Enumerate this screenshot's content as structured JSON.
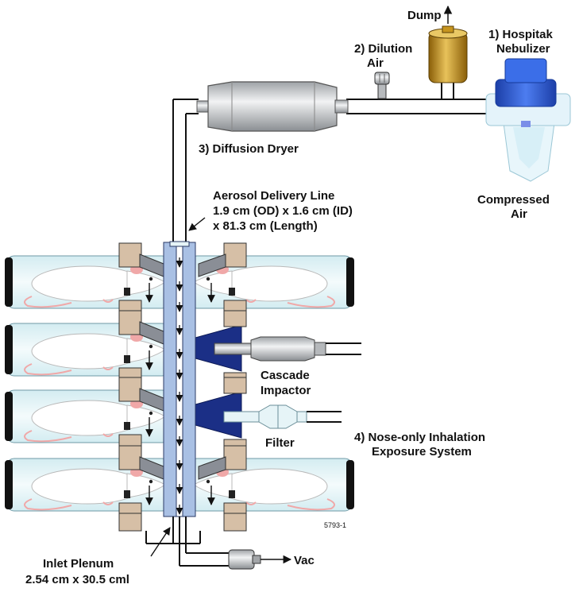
{
  "labels": {
    "dump": "Dump",
    "dilution_1": "2) Dilution",
    "dilution_2": "Air",
    "nebulizer_1": "1) Hospitak",
    "nebulizer_2": "Nebulizer",
    "dryer": "3) Diffusion Dryer",
    "compressed_1": "Compressed",
    "compressed_2": "Air",
    "delivery_1": "Aerosol Delivery Line",
    "delivery_2": "1.9 cm (OD) x 1.6 cm (ID)",
    "delivery_3": "x 81.3 cm (Length)",
    "cascade_1": "Cascade",
    "cascade_2": "Impactor",
    "filter": "Filter",
    "nose_1": "4) Nose-only Inhalation",
    "nose_2": "Exposure System",
    "figure_id": "5793-1",
    "plenum_1": "Inlet Plenum",
    "plenum_2": "2.54 cm x 30.5 cml",
    "vac": "Vac"
  },
  "colors": {
    "tube_fill": "#e6f4f7",
    "plenum_blue": "#a9c0e4",
    "nose_tan": "#d6bfa6",
    "port_gray": "#8a8e96",
    "impactor_navy": "#1b2f86",
    "dump_gold": "#c7951f",
    "nebulizer_blue": "#2a5bd8",
    "dryer_gray": "#c9cbcd",
    "rat_white": "#ffffff",
    "rat_pink": "#f0a8a8"
  },
  "icons": {
    "dump_vessel": "dump-vessel-icon",
    "nebulizer": "nebulizer-icon",
    "dryer": "diffusion-dryer-icon",
    "impactor": "cascade-impactor-icon",
    "filter": "filter-icon",
    "vacuum": "vacuum-pump-icon",
    "rat": "rat-icon"
  }
}
